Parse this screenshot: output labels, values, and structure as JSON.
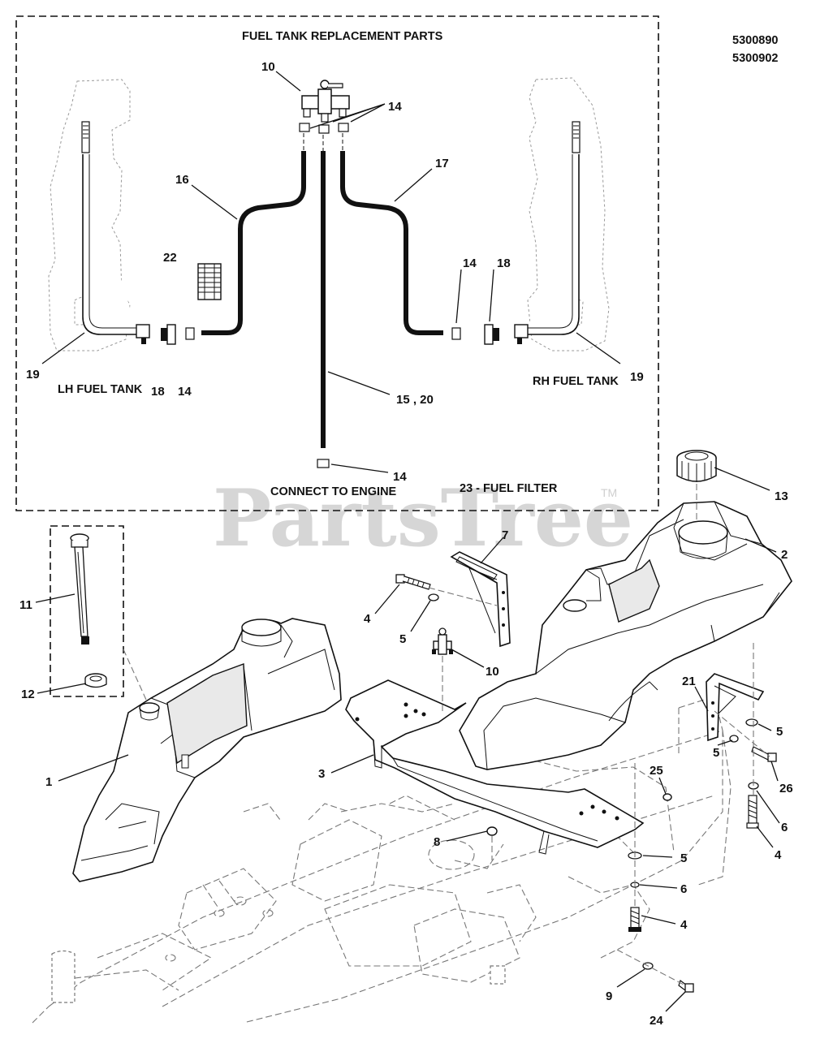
{
  "header": {
    "part_numbers": [
      "5300890",
      "5300902"
    ]
  },
  "inset": {
    "title": "FUEL TANK REPLACEMENT PARTS",
    "lh_tank_label": "LH FUEL TANK",
    "rh_tank_label": "RH FUEL TANK",
    "engine_label": "CONNECT TO ENGINE",
    "filter_label": "23 - FUEL FILTER"
  },
  "watermark": {
    "text": "PartsTree",
    "trademark": "TM"
  },
  "callouts": {
    "c10_top": "10",
    "c14_top": "14",
    "c16": "16",
    "c17": "17",
    "c22": "22",
    "c14_mid_right": "14",
    "c18_mid_right": "18",
    "c19_left": "19",
    "c18_left": "18",
    "c14_left": "14",
    "c15_20": "15 , 20",
    "c19_right": "19",
    "c14_bottom": "14",
    "c13": "13",
    "c2": "2",
    "c7": "7",
    "c11": "11",
    "c4_mid": "4",
    "c5_mid": "5",
    "c10_mid": "10",
    "c12": "12",
    "c21": "21",
    "c5_r1": "5",
    "c5_r2": "5",
    "c26": "26",
    "c1": "1",
    "c3": "3",
    "c25": "25",
    "c6_r": "6",
    "c4_r": "4",
    "c8": "8",
    "c5_low": "5",
    "c6_low": "6",
    "c4_low": "4",
    "c9": "9",
    "c24": "24"
  }
}
